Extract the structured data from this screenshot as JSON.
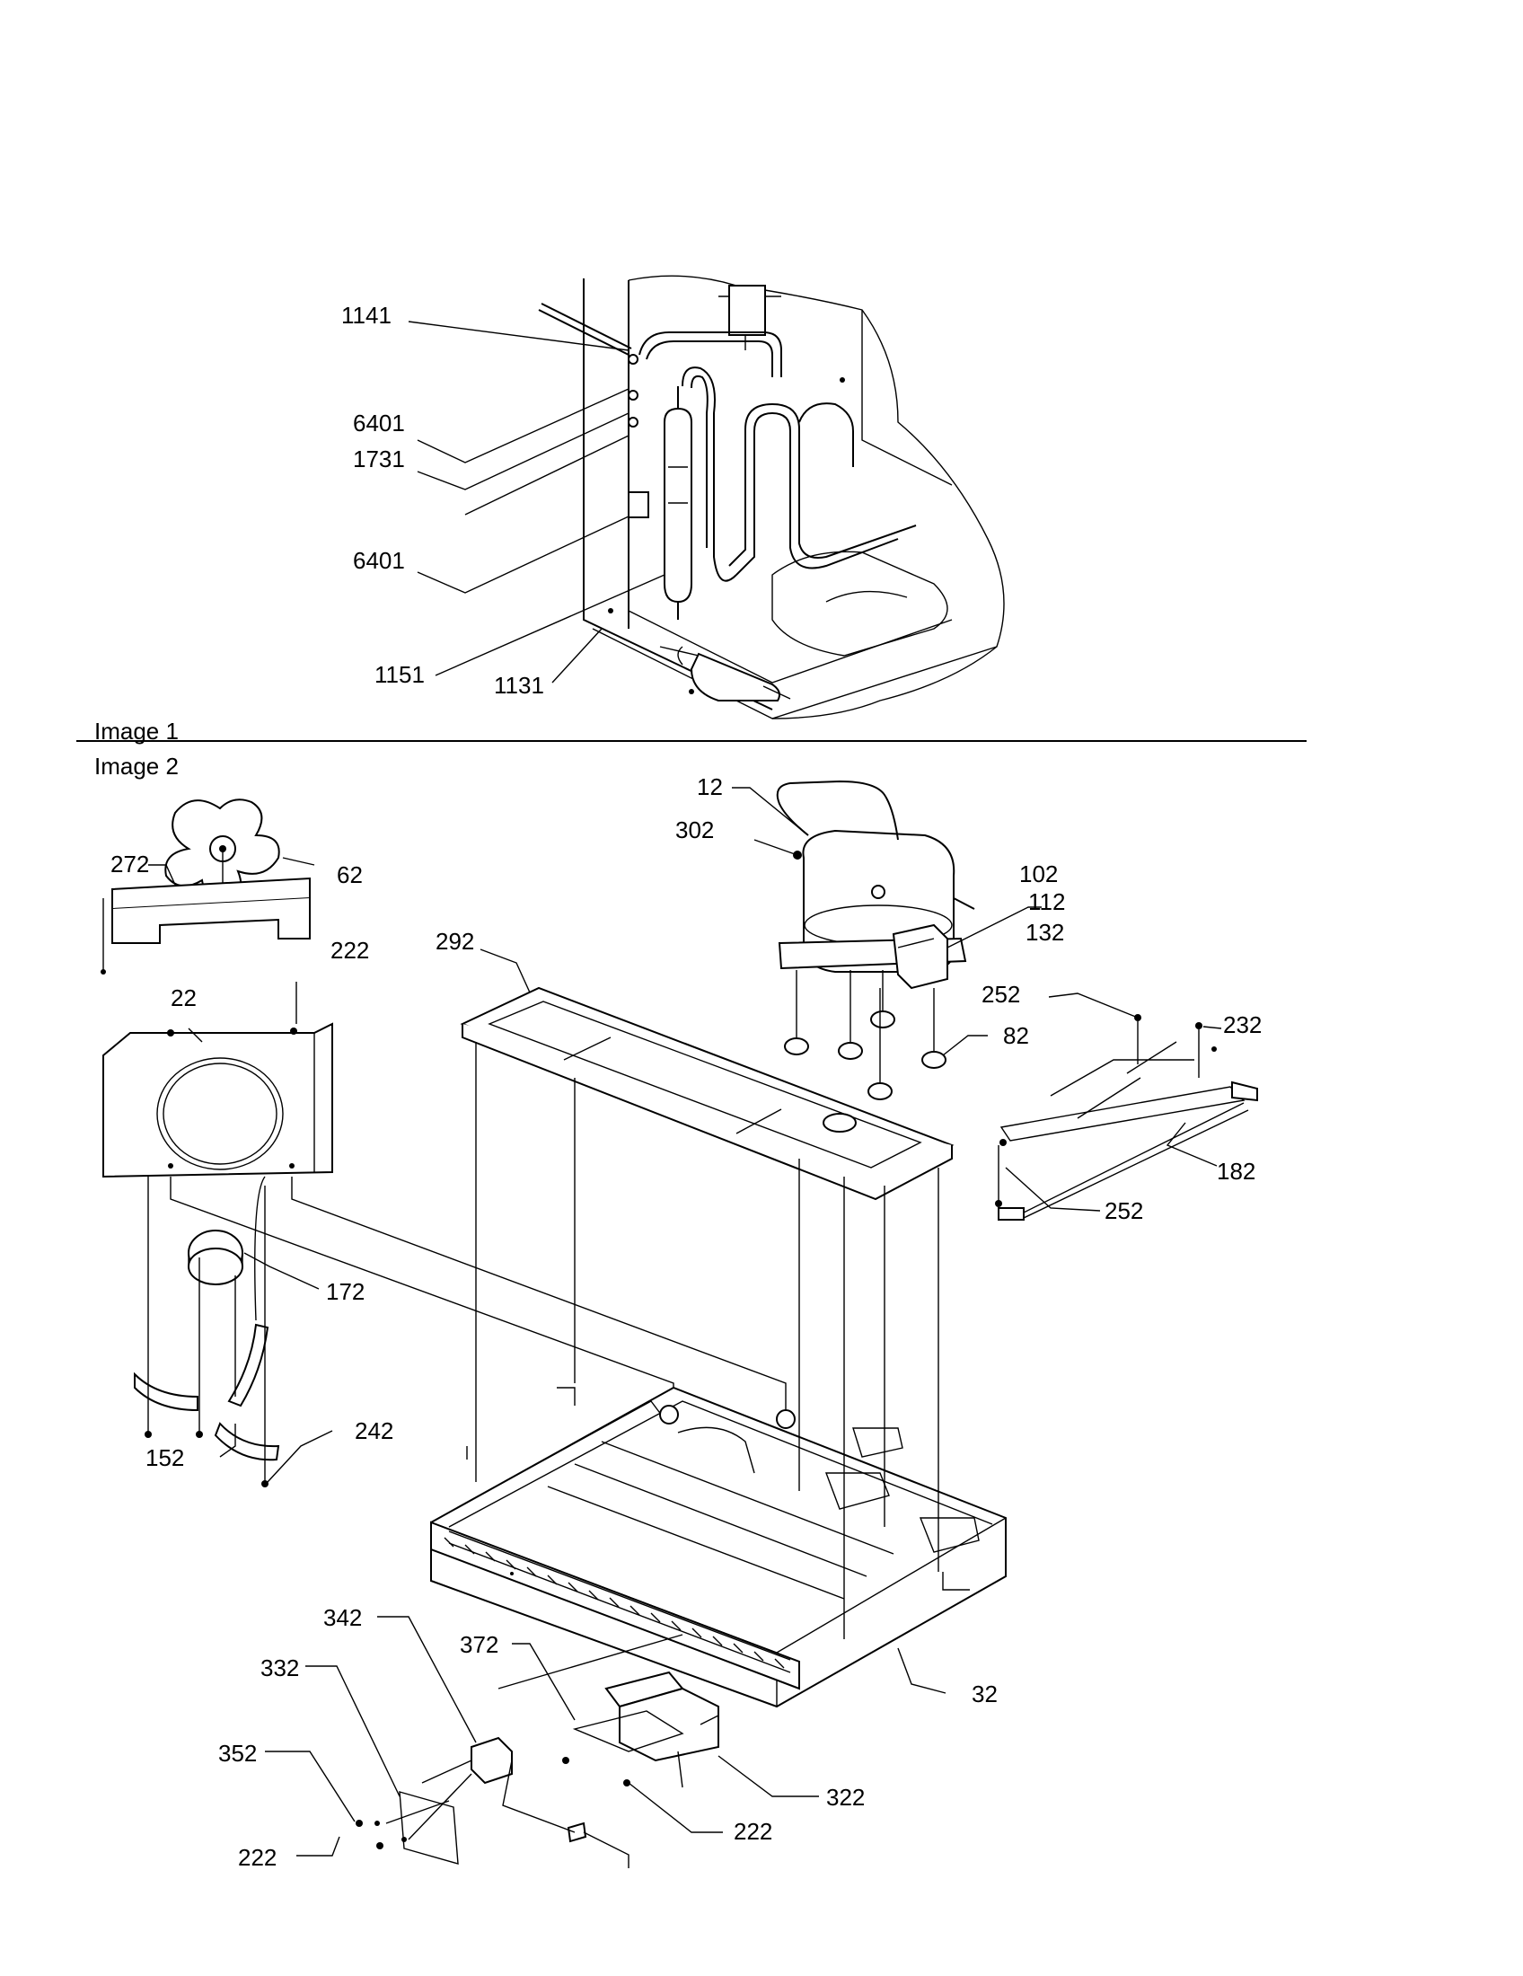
{
  "image_labels": [
    "Image 1",
    "Image 2"
  ],
  "callouts": {
    "c1141": "1141",
    "c6401a": "6401",
    "c1731": "1731",
    "c6401b": "6401",
    "c1151": "1151",
    "c1131": "1131",
    "c12": "12",
    "c302": "302",
    "c102": "102",
    "c112": "112",
    "c132": "132",
    "c252a": "252",
    "c232": "232",
    "c82": "82",
    "c182": "182",
    "c252b": "252",
    "c272": "272",
    "c62": "62",
    "c222a": "222",
    "c22": "22",
    "c292": "292",
    "c172": "172",
    "c152": "152",
    "c242": "242",
    "c342": "342",
    "c332": "332",
    "c372": "372",
    "c352": "352",
    "c32": "32",
    "c322": "322",
    "c222b": "222",
    "c222c": "222"
  }
}
